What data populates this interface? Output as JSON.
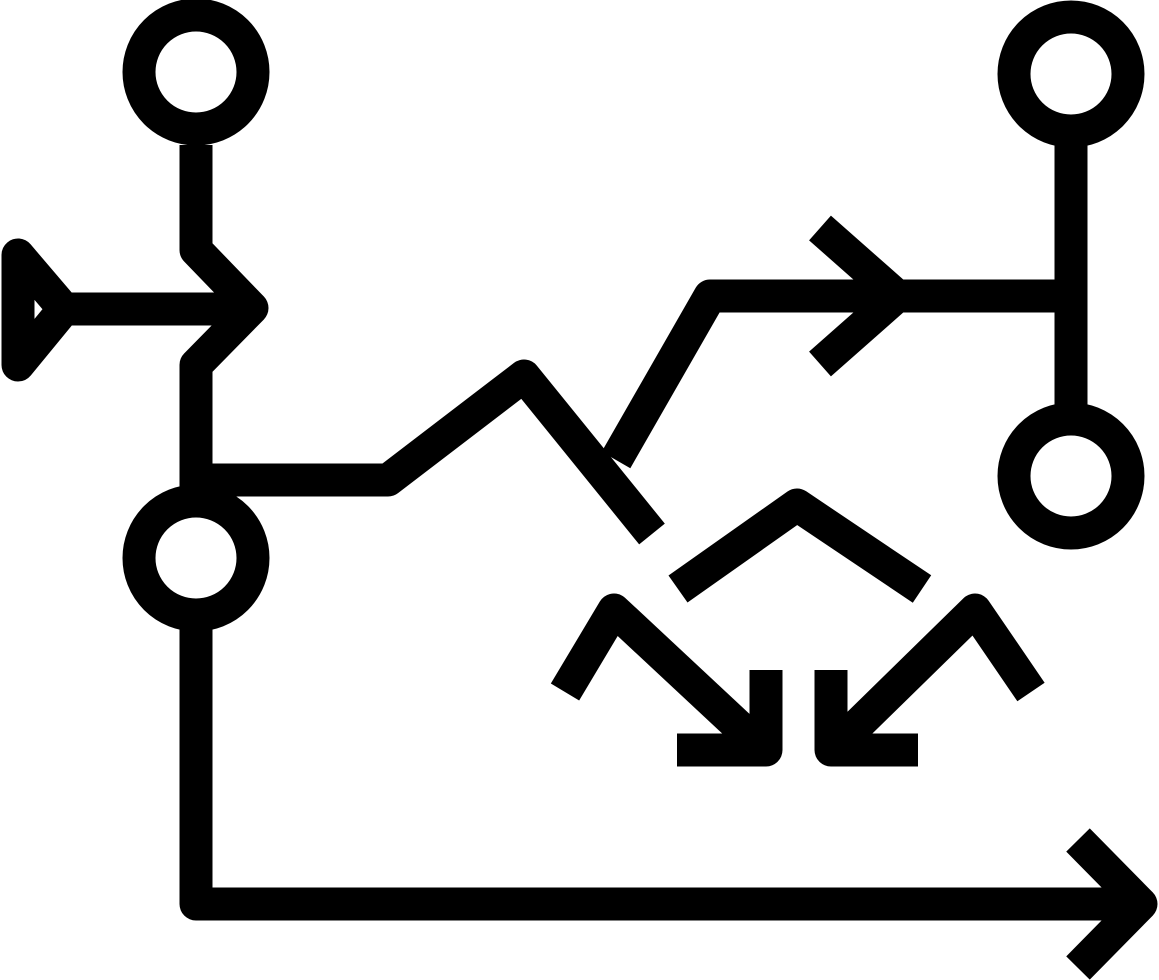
{
  "icon": {
    "name": "network-flow-diagram-icon",
    "stroke_color": "#000000",
    "background_color": "#ffffff"
  },
  "parts": {
    "nodes": [
      "top-left-node",
      "bottom-left-node",
      "top-right-node",
      "bottom-right-node"
    ],
    "arrows": [
      "input-arrow",
      "zigzag-path-arrow",
      "bottom-axis-arrow",
      "converging-left-arrow",
      "converging-right-arrow"
    ]
  }
}
